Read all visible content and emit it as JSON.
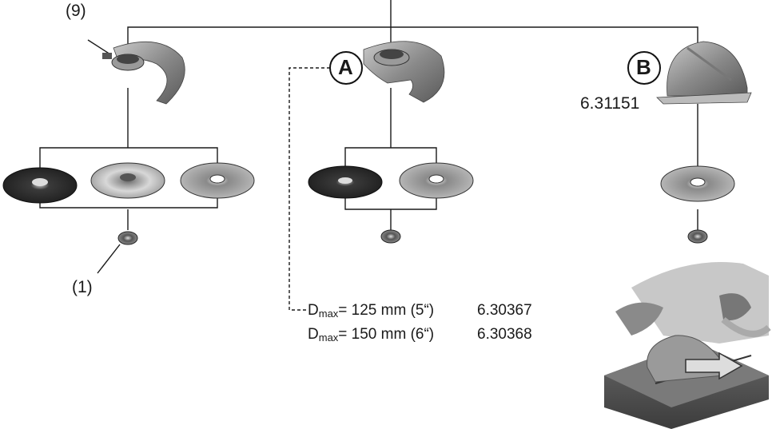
{
  "labels": {
    "guard_standard_ref": "(9)",
    "flange_nut_ref": "(1)",
    "guard_a_letter": "A",
    "guard_b_letter": "B",
    "guard_b_part_no": "6.31151"
  },
  "specs": [
    {
      "sym": "D",
      "sub": "max",
      "text": "= 125 mm (5“)",
      "part_no": "6.30367"
    },
    {
      "sym": "D",
      "sub": "max",
      "text": "= 150 mm (6“)",
      "part_no": "6.30368"
    }
  ]
}
